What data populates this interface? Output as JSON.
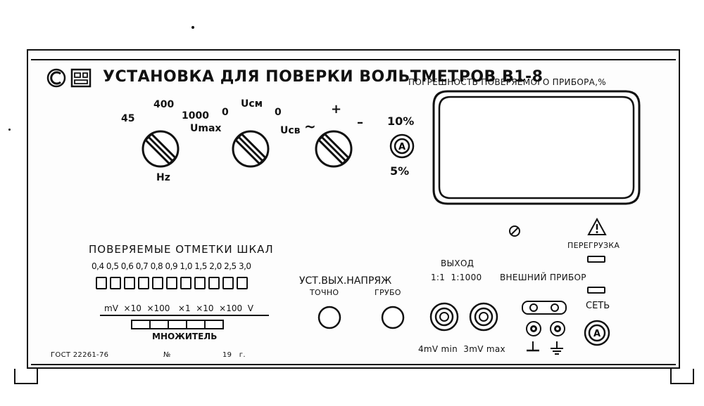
{
  "header": {
    "title": "УСТАНОВКА ДЛЯ ПОВЕРКИ ВОЛЬТМЕТРОВ В1-8",
    "error_label": "ПОГРЕШНОСТЬ ПОВЕРЯЕМОГО ПРИБОРА,%"
  },
  "freq_knob": {
    "labels": [
      "45",
      "400",
      "1000"
    ],
    "unit": "Hz"
  },
  "mode_knob": {
    "top": "Uсм",
    "left_zero": "0",
    "right_zero": "0",
    "umax": "Umax",
    "ucb": "Uсв"
  },
  "type_knob": {
    "labels": [
      "~",
      "+",
      "–"
    ]
  },
  "range_switch": {
    "top": "10%",
    "bottom": "5%",
    "symbol": "A"
  },
  "scale": {
    "title": "ПОВЕРЯЕМЫЕ ОТМЕТКИ ШКАЛ",
    "marks": "0,4 0,5 0,6 0,7 0,8 0,9 1,0 1,5 2,0 2,5 3,0",
    "multiplier_row": "mV  ×10  ×100   ×1  ×10  ×100  V",
    "multiplier_label": "МНОЖИТЕЛЬ"
  },
  "output_adj": {
    "title": "УСТ.ВЫХ.НАПРЯЖ",
    "fine": "ТОЧНО",
    "coarse": "ГРУБО"
  },
  "output": {
    "title": "ВЫХОД",
    "ratio": "1:1  1:1000",
    "range": "4mV min  3mV max"
  },
  "external": {
    "title": "ВНЕШНИЙ ПРИБОР"
  },
  "overload": {
    "label": "ПЕРЕГРУЗКА"
  },
  "power": {
    "label": "СЕТЬ"
  },
  "footer": {
    "gost": "ГОСТ 22261-76",
    "number": "№",
    "year": "19   г."
  }
}
